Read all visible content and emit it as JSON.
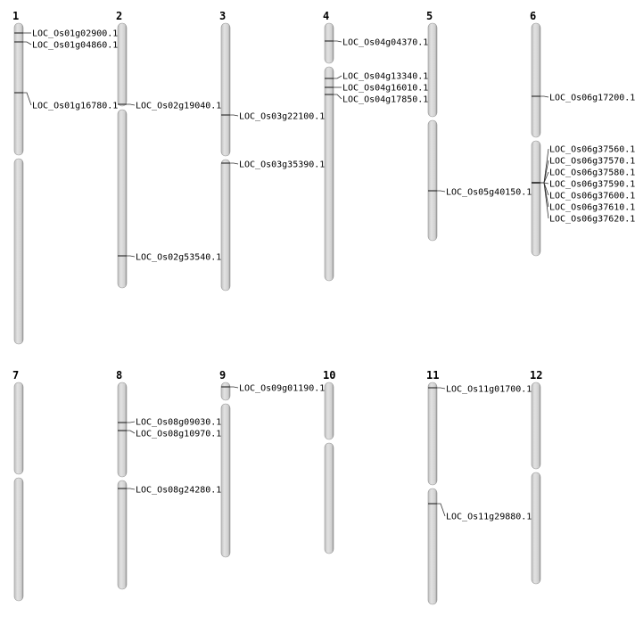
{
  "chromosomes": [
    {
      "name": "1",
      "genes": [
        "LOC_Os01g02900.1",
        "LOC_Os01g04860.1",
        "LOC_Os01g16780.1"
      ]
    },
    {
      "name": "2",
      "genes": [
        "LOC_Os02g19040.1",
        "LOC_Os02g53540.1"
      ]
    },
    {
      "name": "3",
      "genes": [
        "LOC_Os03g22100.1",
        "LOC_Os03g35390.1"
      ]
    },
    {
      "name": "4",
      "genes": [
        "LOC_Os04g04370.1",
        "LOC_Os04g13340.1",
        "LOC_Os04g16010.1",
        "LOC_Os04g17850.1"
      ]
    },
    {
      "name": "5",
      "genes": [
        "LOC_Os05g40150.1"
      ]
    },
    {
      "name": "6",
      "genes": [
        "LOC_Os06g17200.1",
        "LOC_Os06g37560.1",
        "LOC_Os06g37570.1",
        "LOC_Os06g37580.1",
        "LOC_Os06g37590.1",
        "LOC_Os06g37600.1",
        "LOC_Os06g37610.1",
        "LOC_Os06g37620.1"
      ]
    },
    {
      "name": "7",
      "genes": []
    },
    {
      "name": "8",
      "genes": [
        "LOC_Os08g09030.1",
        "LOC_Os08g10970.1",
        "LOC_Os08g24280.1"
      ]
    },
    {
      "name": "9",
      "genes": [
        "LOC_Os09g01190.1"
      ]
    },
    {
      "name": "10",
      "genes": []
    },
    {
      "name": "11",
      "genes": [
        "LOC_Os11g01700.1",
        "LOC_Os11g29880.1"
      ]
    },
    {
      "name": "12",
      "genes": []
    }
  ]
}
